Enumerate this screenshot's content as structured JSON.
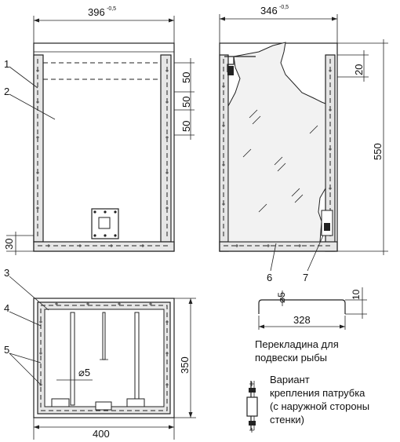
{
  "front": {
    "width_dim": "396",
    "width_tol": "-0,5",
    "dims_right": [
      "50",
      "50",
      "50"
    ],
    "dim_bottom": "30",
    "callouts": [
      "1",
      "2"
    ]
  },
  "side": {
    "width_dim": "346",
    "width_tol": "-0,5",
    "dim_top": "20",
    "height_dim": "550",
    "callouts": [
      "6",
      "7"
    ]
  },
  "plan": {
    "width_dim": "400",
    "height_dim": "350",
    "rod_dim": "⌀5",
    "callouts": [
      "3",
      "4",
      "5"
    ]
  },
  "crossbar": {
    "rod_dim": "⌀5",
    "height_dim": "10",
    "length_dim": "328",
    "caption_lines": [
      "Перекладина для",
      "подвески рыбы"
    ]
  },
  "variant": {
    "caption_lines": [
      "Вариант",
      "крепления патрубка",
      "(с наружной стороны",
      "стенки)"
    ]
  }
}
